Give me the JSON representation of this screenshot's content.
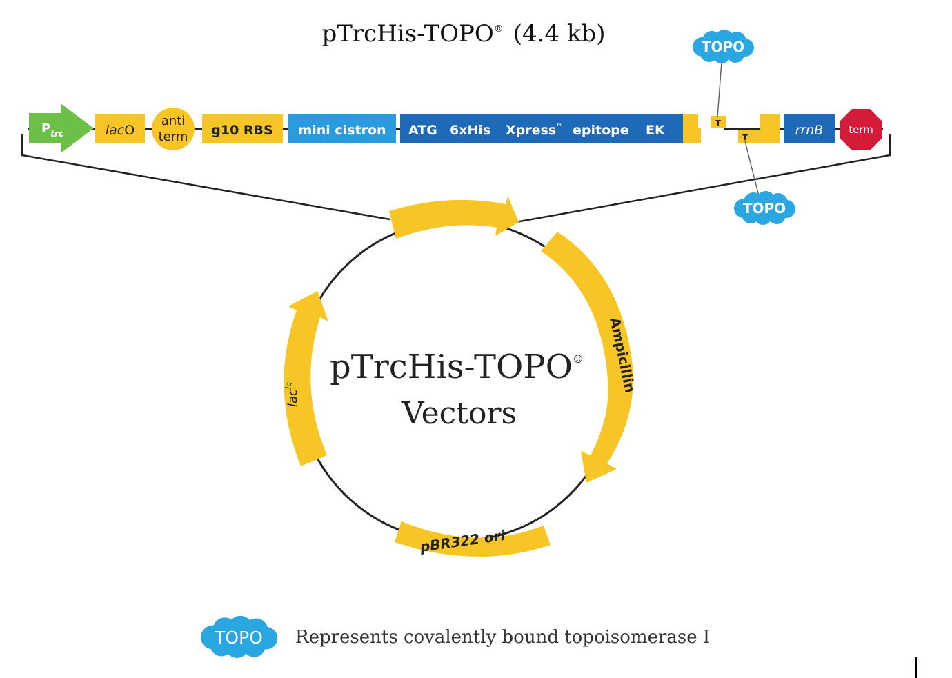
{
  "title": {
    "name": "pTrcHis-TOPO",
    "mark": "®",
    "size": "(4.4 kb)"
  },
  "linear_map": {
    "promoter": {
      "label_main": "P",
      "label_sub": "trc",
      "color": "#6cc04a"
    },
    "laco": {
      "label_italic": "lac",
      "label_rest": "O"
    },
    "antiterm": {
      "line1": "anti",
      "line2": "term"
    },
    "g10rbs": {
      "label": "g10 RBS"
    },
    "mini_cistron": {
      "label": "mini cistron"
    },
    "tag_region": {
      "atg": "ATG",
      "his": "6xHis",
      "xpress": "Xpress",
      "xpress_mark": "™",
      "epitope": "epitope",
      "ek": "EK"
    },
    "overhang_left": {
      "label": "T"
    },
    "overhang_right": {
      "label": "T"
    },
    "rrnb": {
      "label": "rrnB"
    },
    "term": {
      "label": "term"
    },
    "topo_top": {
      "label": "TOPO"
    },
    "topo_bottom": {
      "label": "TOPO"
    }
  },
  "circular_map": {
    "center_line1": "pTrcHis-TOPO",
    "center_mark": "®",
    "center_line2": "Vectors",
    "features": {
      "ampicillin": "Ampicillin",
      "pbr322": "pBR322 ori",
      "laciq_italic": "lac",
      "laciq_sup": "I",
      "laciq_sup2": "q"
    }
  },
  "legend": {
    "badge": "TOPO",
    "text": "Represents covalently bound topoisomerase I"
  },
  "colors": {
    "yellow": "#f7c526",
    "light_blue": "#2a9be0",
    "dark_blue": "#1f6ab8",
    "red": "#d31b3a",
    "green": "#6cc04a",
    "cloud": "#2aa6e0"
  }
}
